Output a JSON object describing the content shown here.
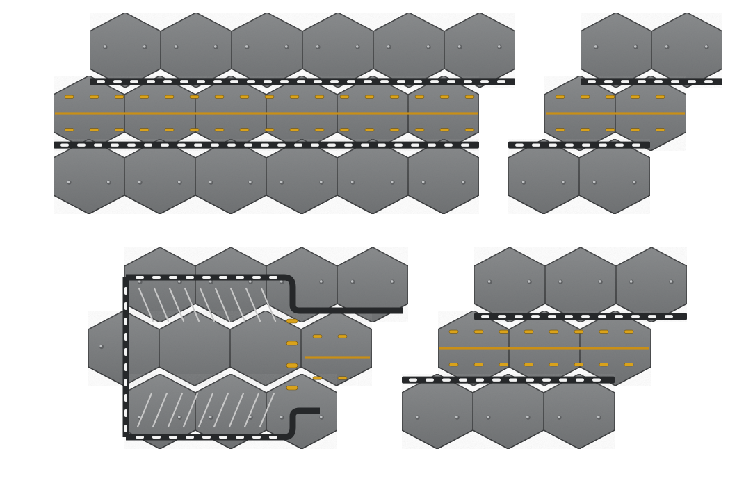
{
  "scene": {
    "subject": "hex-road-terrain-tiles",
    "background": "#ffffff",
    "colors": {
      "asphalt": "#7d7f81",
      "asphalt_light": "#8e9092",
      "asphalt_dark": "#5f6163",
      "seam": "#3c3e40",
      "curb": "#26282a",
      "dash_white": "#f4f4f4",
      "dash_yellow": "#d9a21b",
      "center_line": "#c98f16",
      "stud": "#bfc1c3",
      "hatch": "#c8c8c8"
    },
    "sets": [
      {
        "name": "straight-road-6",
        "hex_columns": 6
      },
      {
        "name": "straight-road-2",
        "hex_columns": 2
      },
      {
        "name": "parking-lot-with-exit",
        "hex_columns": 4
      },
      {
        "name": "straight-road-3",
        "hex_columns": 3
      }
    ]
  }
}
